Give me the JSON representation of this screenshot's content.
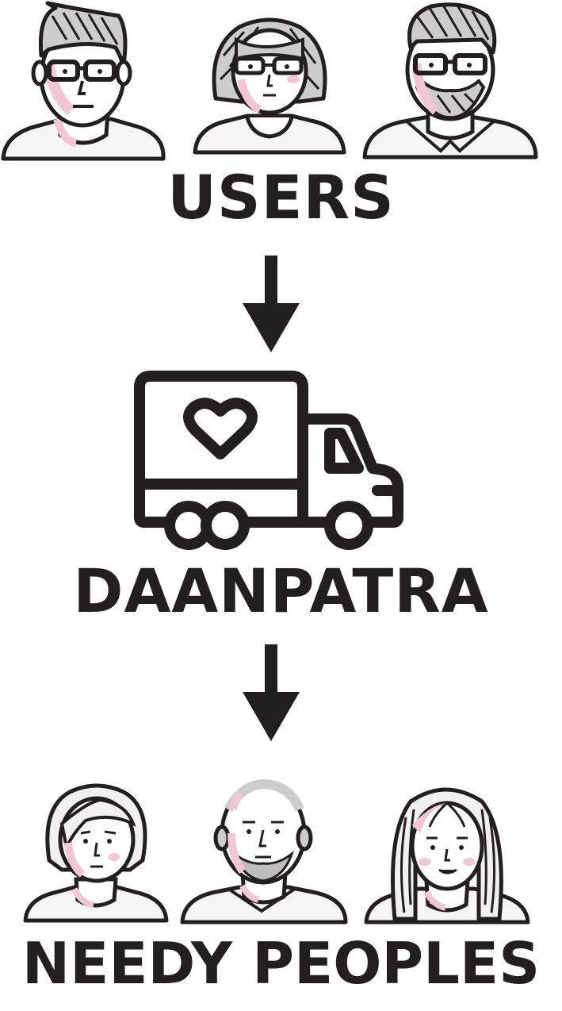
{
  "diagram": {
    "top_label": "USERS",
    "middle_label": "DAANPATRA",
    "bottom_label": "NEEDY PEOPLES"
  },
  "colors": {
    "ink": "#231f20",
    "skin_blush": "#f3c6d6",
    "hair_gray": "#c9c9c9",
    "background": "#ffffff"
  },
  "icons": {
    "users": [
      "man-with-glasses-icon",
      "woman-with-glasses-icon",
      "bearded-man-with-glasses-icon"
    ],
    "center": "delivery-truck-heart-icon",
    "needy": [
      "short-hair-woman-icon",
      "bald-bearded-man-icon",
      "long-hair-woman-icon"
    ],
    "flow": [
      "arrow-down-icon",
      "arrow-down-icon"
    ]
  }
}
